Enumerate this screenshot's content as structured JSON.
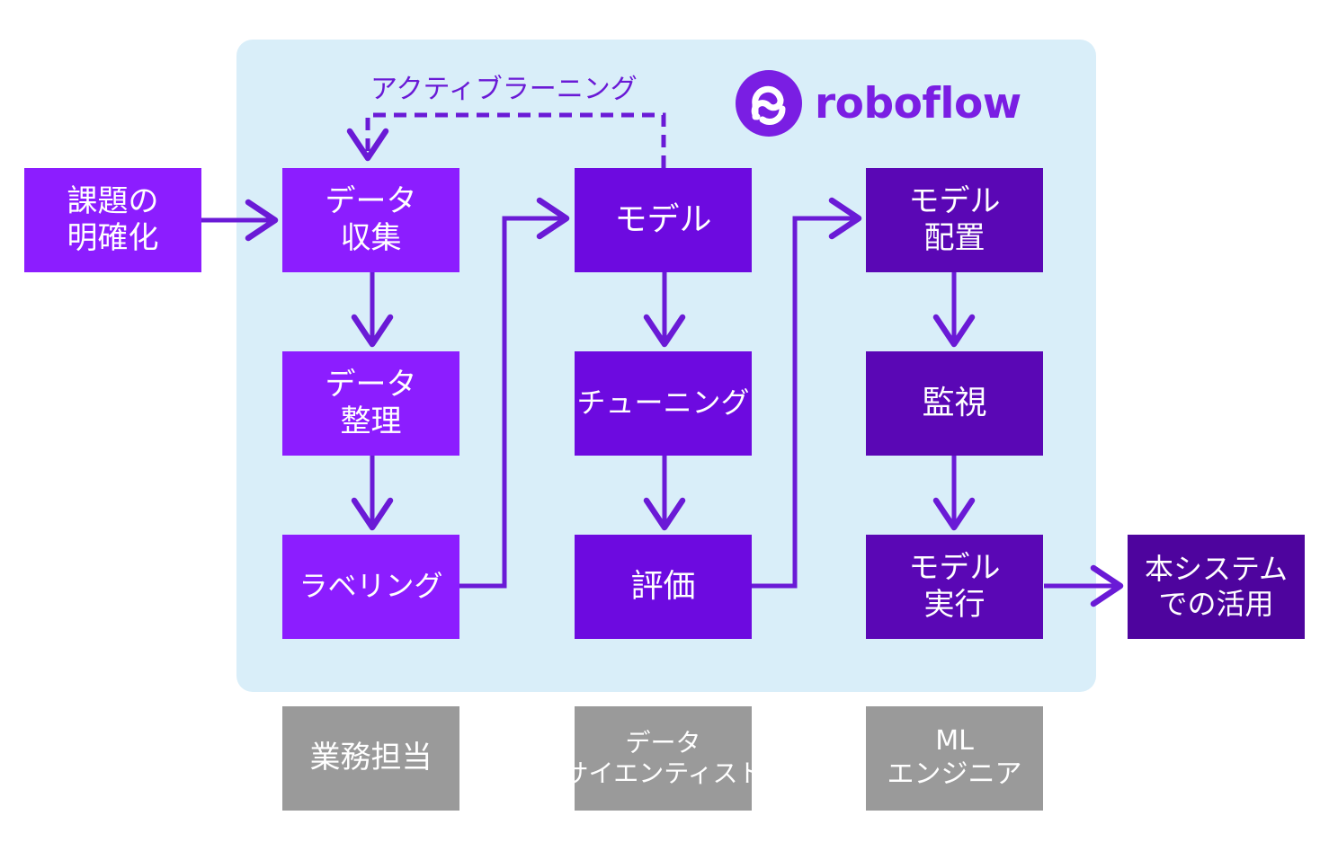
{
  "brand": {
    "name": "roboflow",
    "color": "#7a1ee3",
    "icon": "roboflow-logo-icon"
  },
  "loop_label": "アクティブラーニング",
  "colors": {
    "panel": "#d9eef9",
    "arrow": "#6a1ad6",
    "col1": "#8c1dff",
    "col2": "#6d0ae0",
    "col3": "#5a07b5",
    "col_end": "#4e049e",
    "role": "#9a9a9a"
  },
  "steps": {
    "start": [
      "課題の",
      "明確化"
    ],
    "collect": [
      "データ",
      "収集"
    ],
    "organize": [
      "データ",
      "整理"
    ],
    "labeling": [
      "ラベリング"
    ],
    "model": [
      "モデル"
    ],
    "tuning": [
      "チューニング"
    ],
    "evaluation": [
      "評価"
    ],
    "deploy": [
      "モデル",
      "配置"
    ],
    "monitor": [
      "監視"
    ],
    "execute": [
      "モデル",
      "実行"
    ],
    "use": [
      "本システム",
      "での活用"
    ]
  },
  "roles": {
    "business": [
      "業務担当"
    ],
    "data_scientist": [
      "データ",
      "サイエンティスト"
    ],
    "ml_engineer": [
      "ML",
      "エンジニア"
    ]
  }
}
